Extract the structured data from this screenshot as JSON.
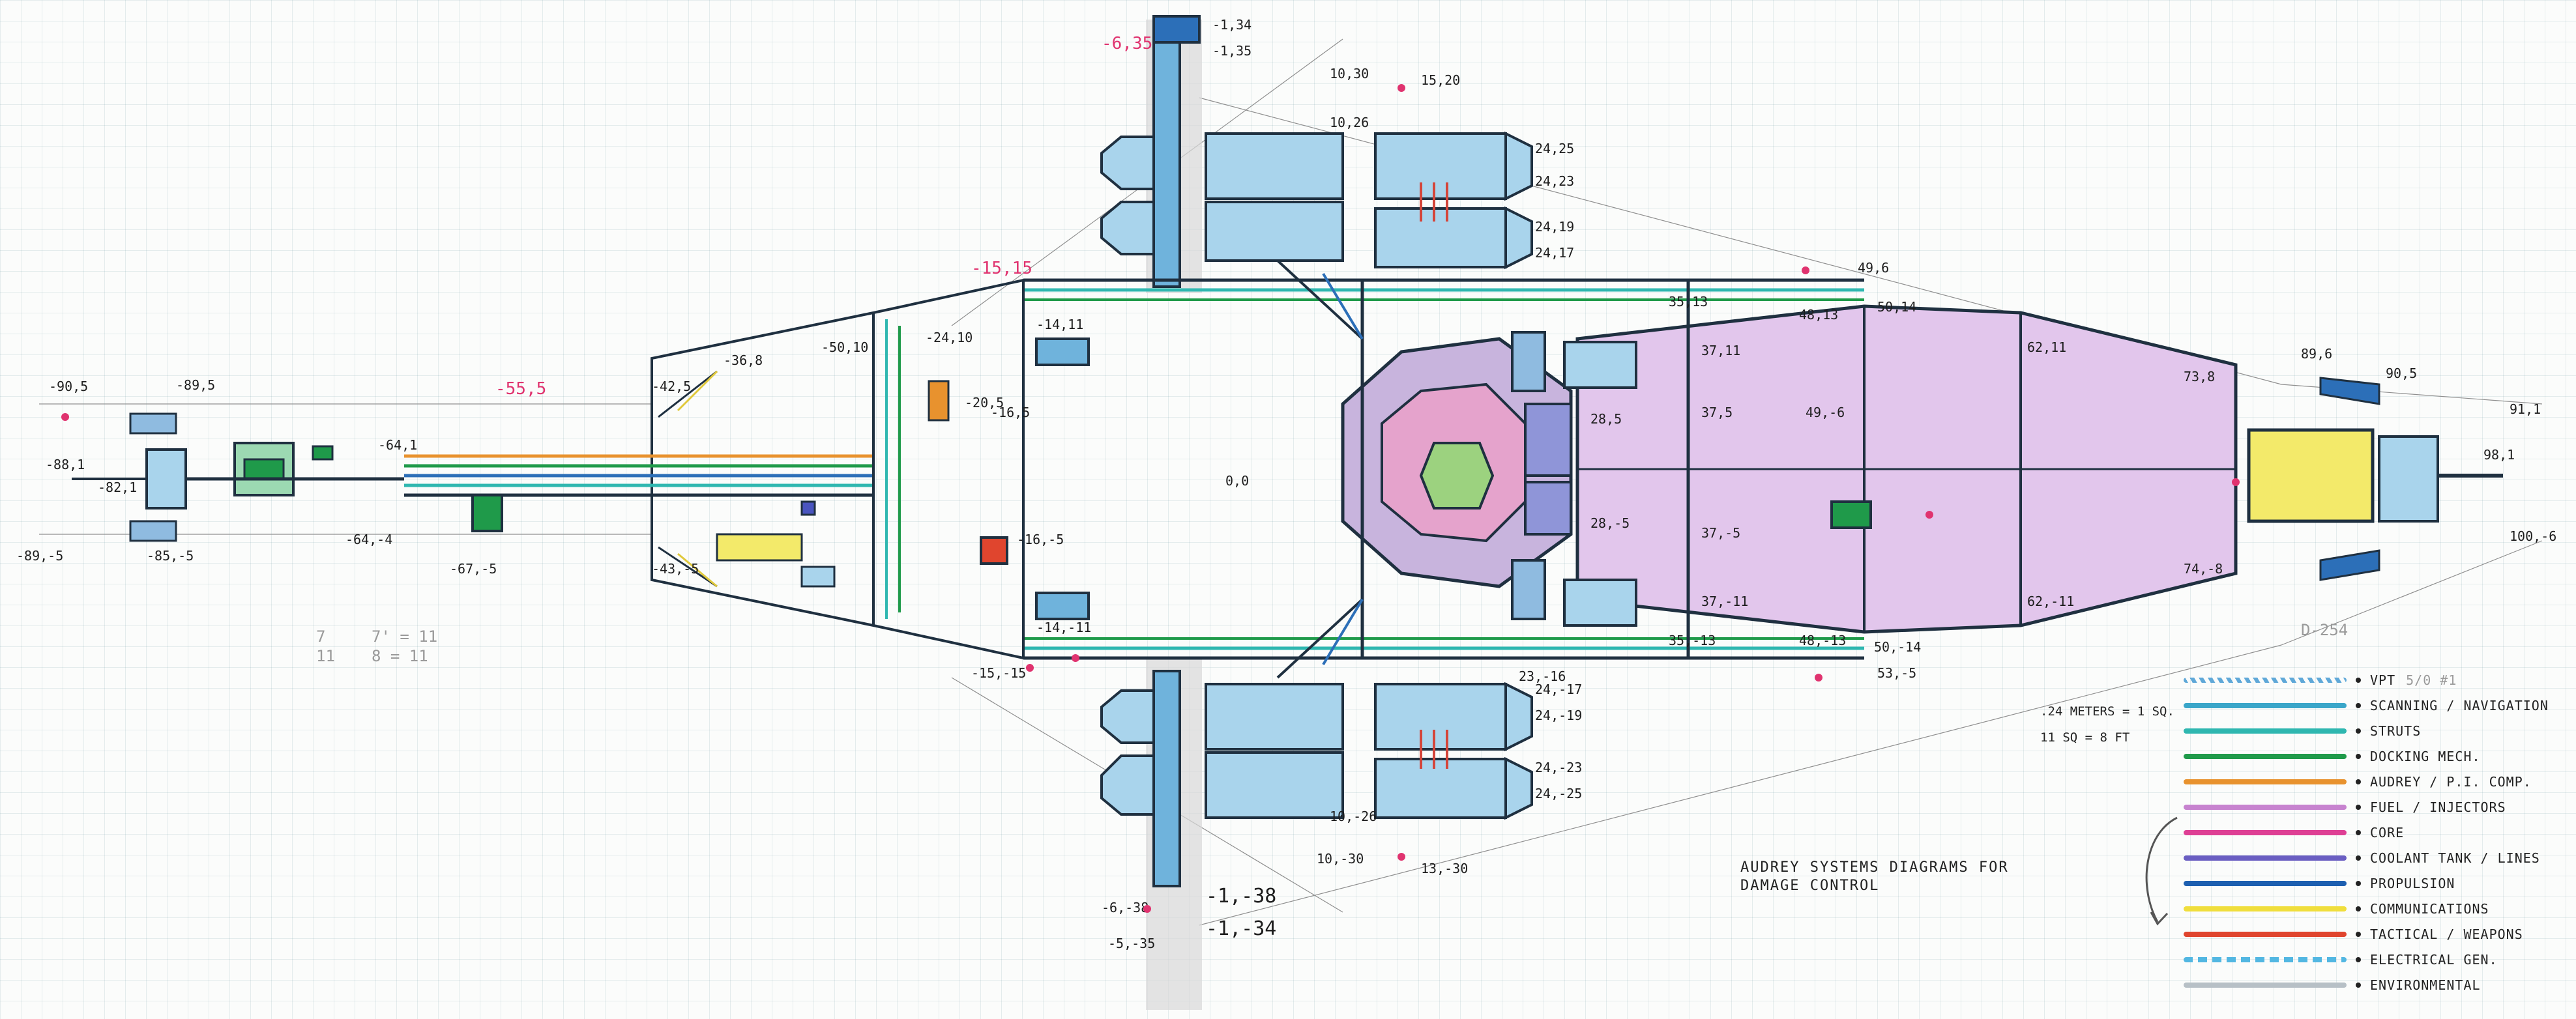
{
  "title": "AUDREY SYSTEMS DIAGRAMS FOR DAMAGE CONTROL",
  "title_lines": [
    "AUDREY SYSTEMS DIAGRAMS FOR",
    "DAMAGE CONTROL"
  ],
  "scale": {
    "line1": ".24 METERS = 1 SQ.",
    "line2": "11 SQ = 8 FT"
  },
  "legend": [
    {
      "label": "VPT",
      "color": "#5fa8d8",
      "style": "wavy",
      "note": "5/0 #1"
    },
    {
      "label": "SCANNING / NAVIGATION",
      "color": "#3aa6c9",
      "style": "solid"
    },
    {
      "label": "STRUTS",
      "color": "#2fb7b0",
      "style": "solid"
    },
    {
      "label": "DOCKING MECH.",
      "color": "#1f9a4a",
      "style": "solid"
    },
    {
      "label": "AUDREY / P.I. COMP.",
      "color": "#e8922e",
      "style": "solid"
    },
    {
      "label": "FUEL / INJECTORS",
      "color": "#c783cf",
      "style": "solid"
    },
    {
      "label": "CORE",
      "color": "#de3f94",
      "style": "solid"
    },
    {
      "label": "COOLANT TANK / LINES",
      "color": "#6a5ec2",
      "style": "solid"
    },
    {
      "label": "PROPULSION",
      "color": "#1d5fb0",
      "style": "solid"
    },
    {
      "label": "COMMUNICATIONS",
      "color": "#f0de3c",
      "style": "solid"
    },
    {
      "label": "TACTICAL / WEAPONS",
      "color": "#e0452e",
      "style": "solid"
    },
    {
      "label": "ELECTRICAL GEN.",
      "color": "#52b7e2",
      "style": "dashed"
    },
    {
      "label": "ENVIRONMENTAL",
      "color": "#b7c0c6",
      "style": "solid"
    }
  ],
  "labels": {
    "origin": "0,0",
    "side_note_1": "7",
    "side_note_2": "11",
    "side_note_3": "7' = 11",
    "side_note_4": "8 = 11",
    "top_right_ref": "D-254",
    "top_wing_top": "-1,34",
    "top_wing_top2": "-6,35",
    "top_wing_top3": "-1,35",
    "bottom_wing_a": "-1,-38",
    "bottom_wing_b": "-1,-34",
    "bottom_wing_c": "-6,-38",
    "bottom_wing_d": "-5,-35",
    "nose_a": "89,6",
    "nose_b": "90,5",
    "nose_c": "91,1",
    "nose_d": "100,-6",
    "nose_e": "98,1",
    "tail_a": "-90,5",
    "tail_b": "-89,5",
    "tail_c": "-88,1",
    "tail_d": "-82,1",
    "tail_e": "-89,-5",
    "tail_f": "-85,-5",
    "hull_a": "49,6",
    "hull_b": "48,13",
    "hull_c": "50,14",
    "hull_d": "62,11",
    "hull_e": "73,8",
    "hull_f": "74,-8",
    "hull_g": "62,-11",
    "hull_h": "49,-6",
    "hull_i": "50,-14",
    "hull_j": "53,-5",
    "hull_k": "48,-13",
    "core_a": "37,11",
    "core_b": "37,5",
    "core_c": "37,-5",
    "core_d": "37,-11",
    "core_e": "28,5",
    "core_f": "28,-5",
    "core_g": "35,13",
    "core_h": "35,-13",
    "mid_a": "-14,11",
    "mid_b": "-14,-11",
    "mid_c": "-15,15",
    "mid_d": "-15,-15",
    "mid_e": "-16,5",
    "mid_f": "-16,-5",
    "mid_g": "-20,5",
    "mid_h": "-24,10",
    "mid_i": "-36,8",
    "mid_j": "-50,10",
    "mid_k": "-55,5",
    "mid_l": "-64,1",
    "mid_m": "-64,-4",
    "mid_n": "-67,-5",
    "mid_o": "-42,5",
    "mid_p": "-43,-5",
    "fwd_a": "10,30",
    "fwd_b": "15,20",
    "fwd_c": "24,25",
    "fwd_d": "24,23",
    "fwd_e": "24,19",
    "fwd_f": "24,17",
    "fwd_g": "10,26",
    "fwd_h": "10,-30",
    "fwd_i": "13,-30",
    "fwd_j": "24,-17",
    "fwd_k": "24,-19",
    "fwd_l": "24,-23",
    "fwd_m": "24,-25",
    "fwd_n": "23,-16",
    "fwd_o": "10,-26"
  }
}
